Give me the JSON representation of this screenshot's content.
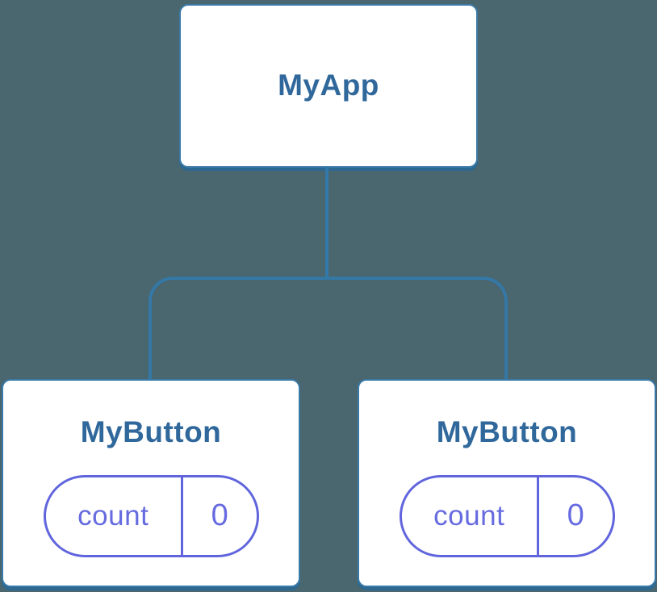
{
  "diagram": {
    "type": "component-tree",
    "root": {
      "label": "MyApp"
    },
    "children": [
      {
        "label": "MyButton",
        "state": {
          "name": "count",
          "value": "0"
        }
      },
      {
        "label": "MyButton",
        "state": {
          "name": "count",
          "value": "0"
        }
      }
    ]
  },
  "colors": {
    "background": "#4a666f",
    "node_background": "#ffffff",
    "node_border": "#3a7aa8",
    "node_shadow": "#2d6890",
    "node_label_text": "#30689c",
    "connector": "#3478a6",
    "state_accent": "#6065dd",
    "state_text": "#666be0"
  }
}
